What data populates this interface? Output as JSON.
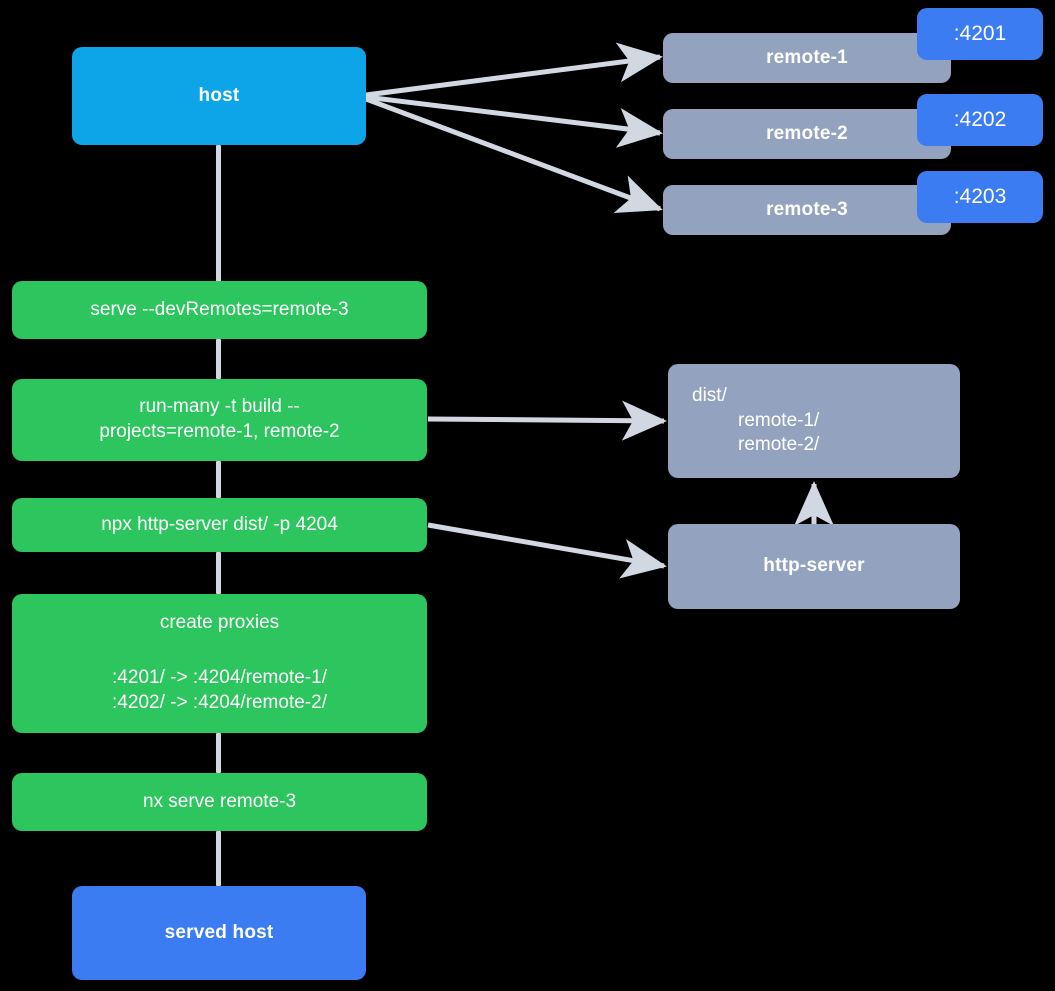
{
  "diagram": {
    "title": "Nx host and remotes serve flow",
    "background": "#000000",
    "colors": {
      "host": "#0DA5E8",
      "served_host": "#3B7CF3",
      "remote": "#93A3BF",
      "command": "#2CC55E",
      "badge": "#3B7CF3",
      "edge": "#D2D8E2",
      "text": "#FFFFFF"
    }
  },
  "nodes": {
    "host": {
      "label": "host"
    },
    "served_host": {
      "label": "served host"
    },
    "remote_1": {
      "label": "remote-1"
    },
    "remote_2": {
      "label": "remote-2"
    },
    "remote_3": {
      "label": "remote-3"
    },
    "dist": {
      "root": "dist/",
      "children": [
        "remote-1/",
        "remote-2/"
      ]
    },
    "http_server": {
      "label": "http-server"
    }
  },
  "badges": {
    "remote_1_port": ":4201",
    "remote_2_port": ":4202",
    "remote_3_port": ":4203"
  },
  "commands": {
    "serve": {
      "label": "serve --devRemotes=remote-3"
    },
    "run_many": {
      "line1": "run-many -t build --",
      "line2": "projects=remote-1, remote-2"
    },
    "http_server": {
      "label": "npx http-server dist/ -p 4204"
    },
    "create_proxies": {
      "title": "create proxies",
      "map1": ":4201/ -> :4204/remote-1/",
      "map2": ":4202/ -> :4204/remote-2/"
    },
    "nx_serve": {
      "label": "nx serve remote-3"
    }
  },
  "edges": [
    {
      "from": "host",
      "to": "remote-1",
      "kind": "arrow"
    },
    {
      "from": "host",
      "to": "remote-2",
      "kind": "arrow"
    },
    {
      "from": "host",
      "to": "remote-3",
      "kind": "arrow"
    },
    {
      "from": "run-many",
      "to": "dist",
      "kind": "arrow"
    },
    {
      "from": "npx-http-server",
      "to": "http-server",
      "kind": "arrow"
    },
    {
      "from": "http-server",
      "to": "dist",
      "kind": "arrow"
    },
    {
      "from": "host",
      "to": "serve",
      "kind": "line"
    },
    {
      "from": "serve",
      "to": "run-many",
      "kind": "line"
    },
    {
      "from": "run-many",
      "to": "npx-http-server",
      "kind": "line"
    },
    {
      "from": "npx-http-server",
      "to": "create-proxies",
      "kind": "line"
    },
    {
      "from": "create-proxies",
      "to": "nx-serve",
      "kind": "line"
    },
    {
      "from": "nx-serve",
      "to": "served-host",
      "kind": "line"
    }
  ]
}
